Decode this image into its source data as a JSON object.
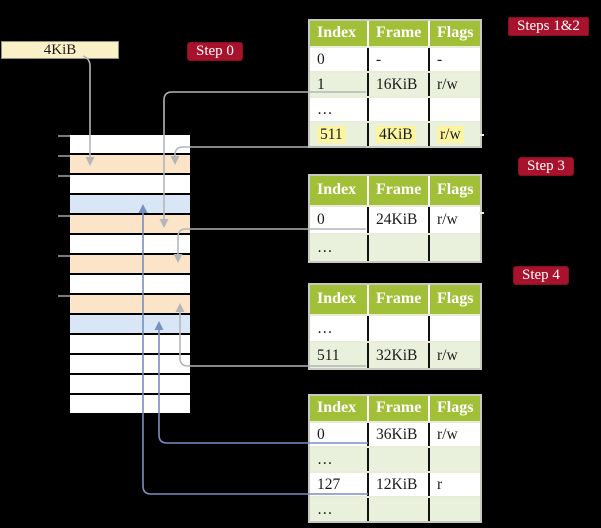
{
  "frame_box": {
    "label": "4KiB"
  },
  "badges": {
    "step0": "Step 0",
    "steps12": "Steps 1&2",
    "step3": "Step 3",
    "step4": "Step 4"
  },
  "memory_stack": {
    "rows": [
      "white",
      "peach",
      "white",
      "blue",
      "peach",
      "white",
      "peach",
      "white",
      "peach",
      "blue",
      "white",
      "white",
      "white",
      "white"
    ]
  },
  "tables": [
    {
      "headers": [
        "Index",
        "Frame",
        "Flags"
      ],
      "rows": [
        {
          "cells": [
            "0",
            "-",
            "-"
          ],
          "shaded": false,
          "highlight": false
        },
        {
          "cells": [
            "1",
            "16KiB",
            "r/w"
          ],
          "shaded": true,
          "highlight": false
        },
        {
          "cells": [
            "…",
            "",
            ""
          ],
          "shaded": false,
          "highlight": false
        },
        {
          "cells": [
            "511",
            "4KiB",
            "r/w"
          ],
          "shaded": true,
          "highlight": true
        }
      ]
    },
    {
      "headers": [
        "Index",
        "Frame",
        "Flags"
      ],
      "rows": [
        {
          "cells": [
            "0",
            "24KiB",
            "r/w"
          ],
          "shaded": false,
          "highlight": false
        },
        {
          "cells": [
            "…",
            "",
            ""
          ],
          "shaded": true,
          "highlight": false
        }
      ]
    },
    {
      "headers": [
        "Index",
        "Frame",
        "Flags"
      ],
      "rows": [
        {
          "cells": [
            "…",
            "",
            ""
          ],
          "shaded": false,
          "highlight": false
        },
        {
          "cells": [
            "511",
            "32KiB",
            "r/w"
          ],
          "shaded": true,
          "highlight": false
        }
      ]
    },
    {
      "headers": [
        "Index",
        "Frame",
        "Flags"
      ],
      "rows": [
        {
          "cells": [
            "0",
            "36KiB",
            "r/w"
          ],
          "shaded": false,
          "highlight": false
        },
        {
          "cells": [
            "…",
            "",
            ""
          ],
          "shaded": true,
          "highlight": false
        },
        {
          "cells": [
            "127",
            "12KiB",
            "r"
          ],
          "shaded": false,
          "highlight": false
        },
        {
          "cells": [
            "…",
            "",
            ""
          ],
          "shaded": true,
          "highlight": false
        }
      ]
    }
  ],
  "arrows": [
    {
      "from": "4KiB box",
      "to": "memory frame row 2",
      "color": "gray"
    },
    {
      "from": "table1 row 1 (16KiB)",
      "to": "memory frame row 5",
      "color": "gray"
    },
    {
      "from": "table1 row 511 (4KiB)",
      "to": "memory frame row 2",
      "color": "gray"
    },
    {
      "from": "table2 row 0 (24KiB)",
      "to": "memory frame row 7",
      "color": "gray"
    },
    {
      "from": "table3 row 511 (32KiB)",
      "to": "memory frame row 9",
      "color": "gray"
    },
    {
      "from": "table4 row 0 (36KiB)",
      "to": "memory frame row 10",
      "color": "blue"
    },
    {
      "from": "table4 row 127 (12KiB)",
      "to": "memory frame row 4",
      "color": "blue"
    }
  ],
  "colors": {
    "background": "#000000",
    "header_green": "#A2C037",
    "shaded_row_green": "#E9F0DB",
    "highlight_yellow": "#FBF5A1",
    "frame_peach": "#FCE4C9",
    "frame_blue": "#D9E6F5",
    "pointer_box_cream": "#FAF0C8",
    "badge_crimson": "#A8122D",
    "gray_arrow": "#B2B6B9",
    "blue_arrow": "#7590C1"
  }
}
